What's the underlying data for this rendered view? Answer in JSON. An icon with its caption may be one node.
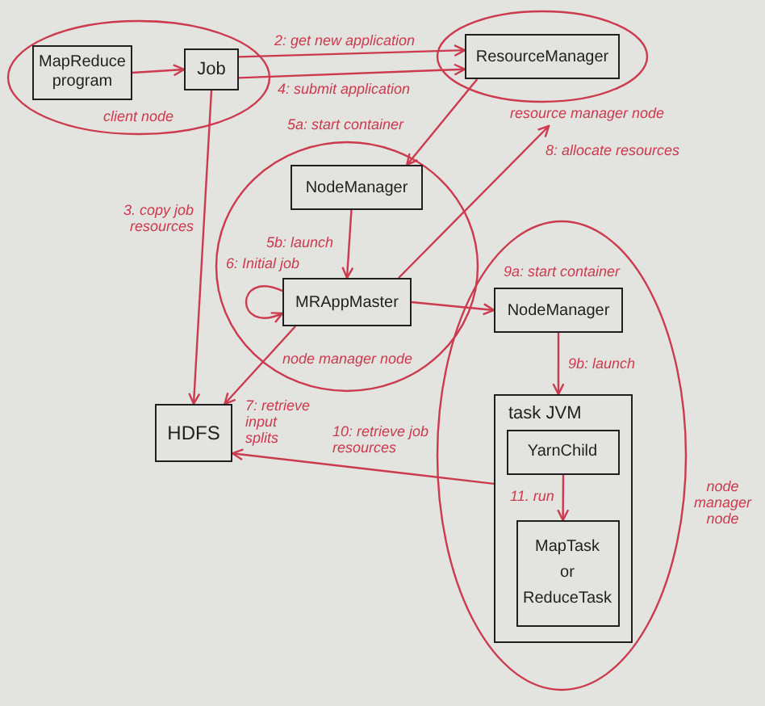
{
  "diagram": {
    "nodes": [
      {
        "text": [
          "client node"
        ]
      },
      {
        "text": [
          "MapReduce program"
        ],
        "in": 0
      },
      {
        "text": [
          "Job"
        ],
        "in": 0
      },
      {
        "text": [
          "resource manager node"
        ]
      },
      {
        "text": [
          "ResourceManager"
        ],
        "in": 3
      },
      {
        "text": [
          "node manager node"
        ]
      },
      {
        "text": [
          "NodeManager"
        ],
        "in": 5
      },
      {
        "text": [
          "MRAppMaster"
        ],
        "in": 5
      },
      {
        "text": [
          "HDFS"
        ]
      },
      {
        "text": [
          "node manager node"
        ]
      },
      {
        "text": [
          "NodeManager"
        ],
        "in": 9
      },
      {
        "text": [
          "task JVM"
        ],
        "in": 9
      },
      {
        "text": [
          "YarnChild"
        ],
        "in": 11
      },
      {
        "text": [
          "MapTask or ReduceTask"
        ],
        "in": 11
      }
    ],
    "edges": [
      {
        "from": 1,
        "to": 2,
        "arrow": "to"
      },
      {
        "from": 2,
        "to": 4,
        "arrow": "to",
        "label": "2: get new application"
      },
      {
        "from": 2,
        "to": 4,
        "arrow": "to",
        "label": "4: submit application"
      },
      {
        "from": 2,
        "to": 8,
        "arrow": "to",
        "label": "3. copy job resources"
      },
      {
        "from": 4,
        "to": 6,
        "arrow": "to",
        "label": "5a: start container"
      },
      {
        "from": 6,
        "to": 7,
        "arrow": "to",
        "label": "5b: launch"
      },
      {
        "from": 7,
        "to": 7,
        "arrow": "to",
        "label": "6: Initial job"
      },
      {
        "from": 7,
        "to": 8,
        "arrow": "to",
        "label": "7: retrieve input splits"
      },
      {
        "from": 7,
        "to": 3,
        "arrow": "to",
        "label": "8: allocate resources"
      },
      {
        "from": 7,
        "to": 10,
        "arrow": "to",
        "label": "9a: start container"
      },
      {
        "from": 10,
        "to": 11,
        "arrow": "to",
        "label": "9b: launch"
      },
      {
        "from": 11,
        "to": 8,
        "arrow": "to",
        "label": "10: retrieve job resources"
      },
      {
        "from": 12,
        "to": 13,
        "arrow": "to",
        "label": "11. run"
      }
    ]
  }
}
